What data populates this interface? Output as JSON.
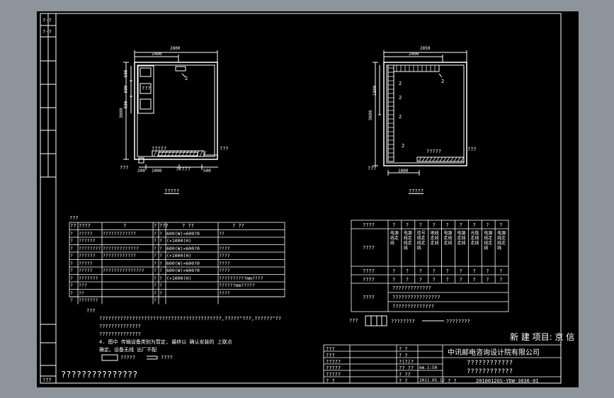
{
  "left_strip": {
    "cells": [
      "?-?",
      "?-?"
    ],
    "bottom_label": "???"
  },
  "plan_left": {
    "dim_top_outer": "2800",
    "dim_top_inner": "1400",
    "dim_left_total": "3600",
    "dim_left_segments": [
      "600",
      "600",
      "600"
    ],
    "rack_labels": [
      "",
      "???",
      ""
    ],
    "callout_top": "2",
    "label_equipment_band": "?????",
    "label_right": "???",
    "label_left_bottom": "???",
    "dim_bottom_left": "200",
    "dim_bottom_mid": "1000",
    "label_bottom_center": "?????",
    "dim_bottom_right": "500",
    "title": "?????"
  },
  "plan_right": {
    "dim_top_outer": "2850",
    "dim_top_inner": "2000",
    "dim_left_total": "3600",
    "dim_left_upper": "1800",
    "callouts": [
      "2",
      "2",
      "2",
      "2",
      "2"
    ],
    "label_equipment_band": "?????",
    "label_right": "???",
    "label_left_bottom": "???",
    "dim_bottom": "1000",
    "title": "?????"
  },
  "left_table": {
    "caption": "???",
    "headers": [
      "??",
      "????",
      "?",
      "?",
      "???",
      "? ??",
      "? ??"
    ],
    "rows": [
      [
        "?",
        "?????",
        "????????????",
        "?",
        "?",
        "600(W)×600?0",
        "??"
      ],
      [
        "?",
        "??????",
        "",
        "?",
        "?",
        "(×1000(H)",
        ""
      ],
      [
        "?",
        "????????",
        "?????????????",
        "?",
        "?",
        "600(W)×600?0",
        "????"
      ],
      [
        "?",
        "??????",
        "????????????",
        "?",
        "?",
        "(×1000(H)",
        "????"
      ],
      [
        "?",
        "?????",
        "",
        "?",
        "?",
        "600(W)×600?0",
        "????"
      ],
      [
        "?",
        "?????",
        "???????????????",
        "?",
        "?",
        "600(W)×600?0",
        "????"
      ],
      [
        "?",
        "???????",
        "",
        "?",
        "?",
        "(×1000(H)",
        "??????????mm????"
      ],
      [
        "?",
        "???",
        "",
        "?",
        "?",
        "",
        "??????mm?????"
      ],
      [
        "?",
        "??",
        "",
        "?",
        "?",
        "",
        "????"
      ],
      [
        "?",
        "???????",
        "",
        "?",
        "",
        "",
        ""
      ]
    ]
  },
  "right_table": {
    "header_row": [
      "????",
      "?",
      "?",
      "?",
      "?",
      "?",
      "?",
      "?",
      "?",
      "?"
    ],
    "row2_label": "????",
    "row2_cells": [
      "电源线走线",
      "电源线走线走线",
      "信号线走线走线",
      "地线走线走线",
      "电源走线走线",
      "电源走线走线",
      "光缆走线走线",
      "电源线走线走线",
      "电源线走线走线"
    ],
    "row3_label": "????",
    "row3_cells": [
      "?",
      "?",
      "?",
      "?",
      "?",
      "?",
      "?",
      "?",
      "?"
    ],
    "row4_label": "????",
    "row4_cells": [
      "?",
      "?",
      "?",
      "?",
      "?",
      "?",
      "?",
      "?",
      "?"
    ],
    "row5_label": "????",
    "row5_lines": [
      "?????????????",
      "????????????????",
      "??????????????"
    ]
  },
  "legend": {
    "label": "???",
    "item1": "????????",
    "item2": "????????"
  },
  "notes": {
    "heading": "???",
    "lines": [
      "?????????????????????????????????????????,?????\"???,??????\"??",
      "??????????????",
      "??????????????",
      "4. 图中 传输设备类别为暂定, 最终以 确认安装的 上联点",
      "确定。设备无线 出厂不配"
    ],
    "symbol_labels": [
      "?????",
      "????"
    ]
  },
  "bottom_left_text": "???????????????",
  "title_block": {
    "project_label": "新 建 项目: 京 信",
    "company": "中讯邮电咨询设计院有限公司",
    "drawing_title_1": "????????????",
    "drawing_title_2": "????????????",
    "left_labels": [
      "???",
      "???",
      "?????",
      "?????",
      "?????",
      "? ?"
    ],
    "mid_labels": [
      "? ?",
      "? ?",
      "?(?)?",
      "?? ??",
      "? ??",
      "? ?"
    ],
    "scale": "mm.1:50",
    "date": "2011.05.12",
    "drawing_no": "2010012GS-YDW-3036-01",
    "qmarks": "? ?"
  }
}
